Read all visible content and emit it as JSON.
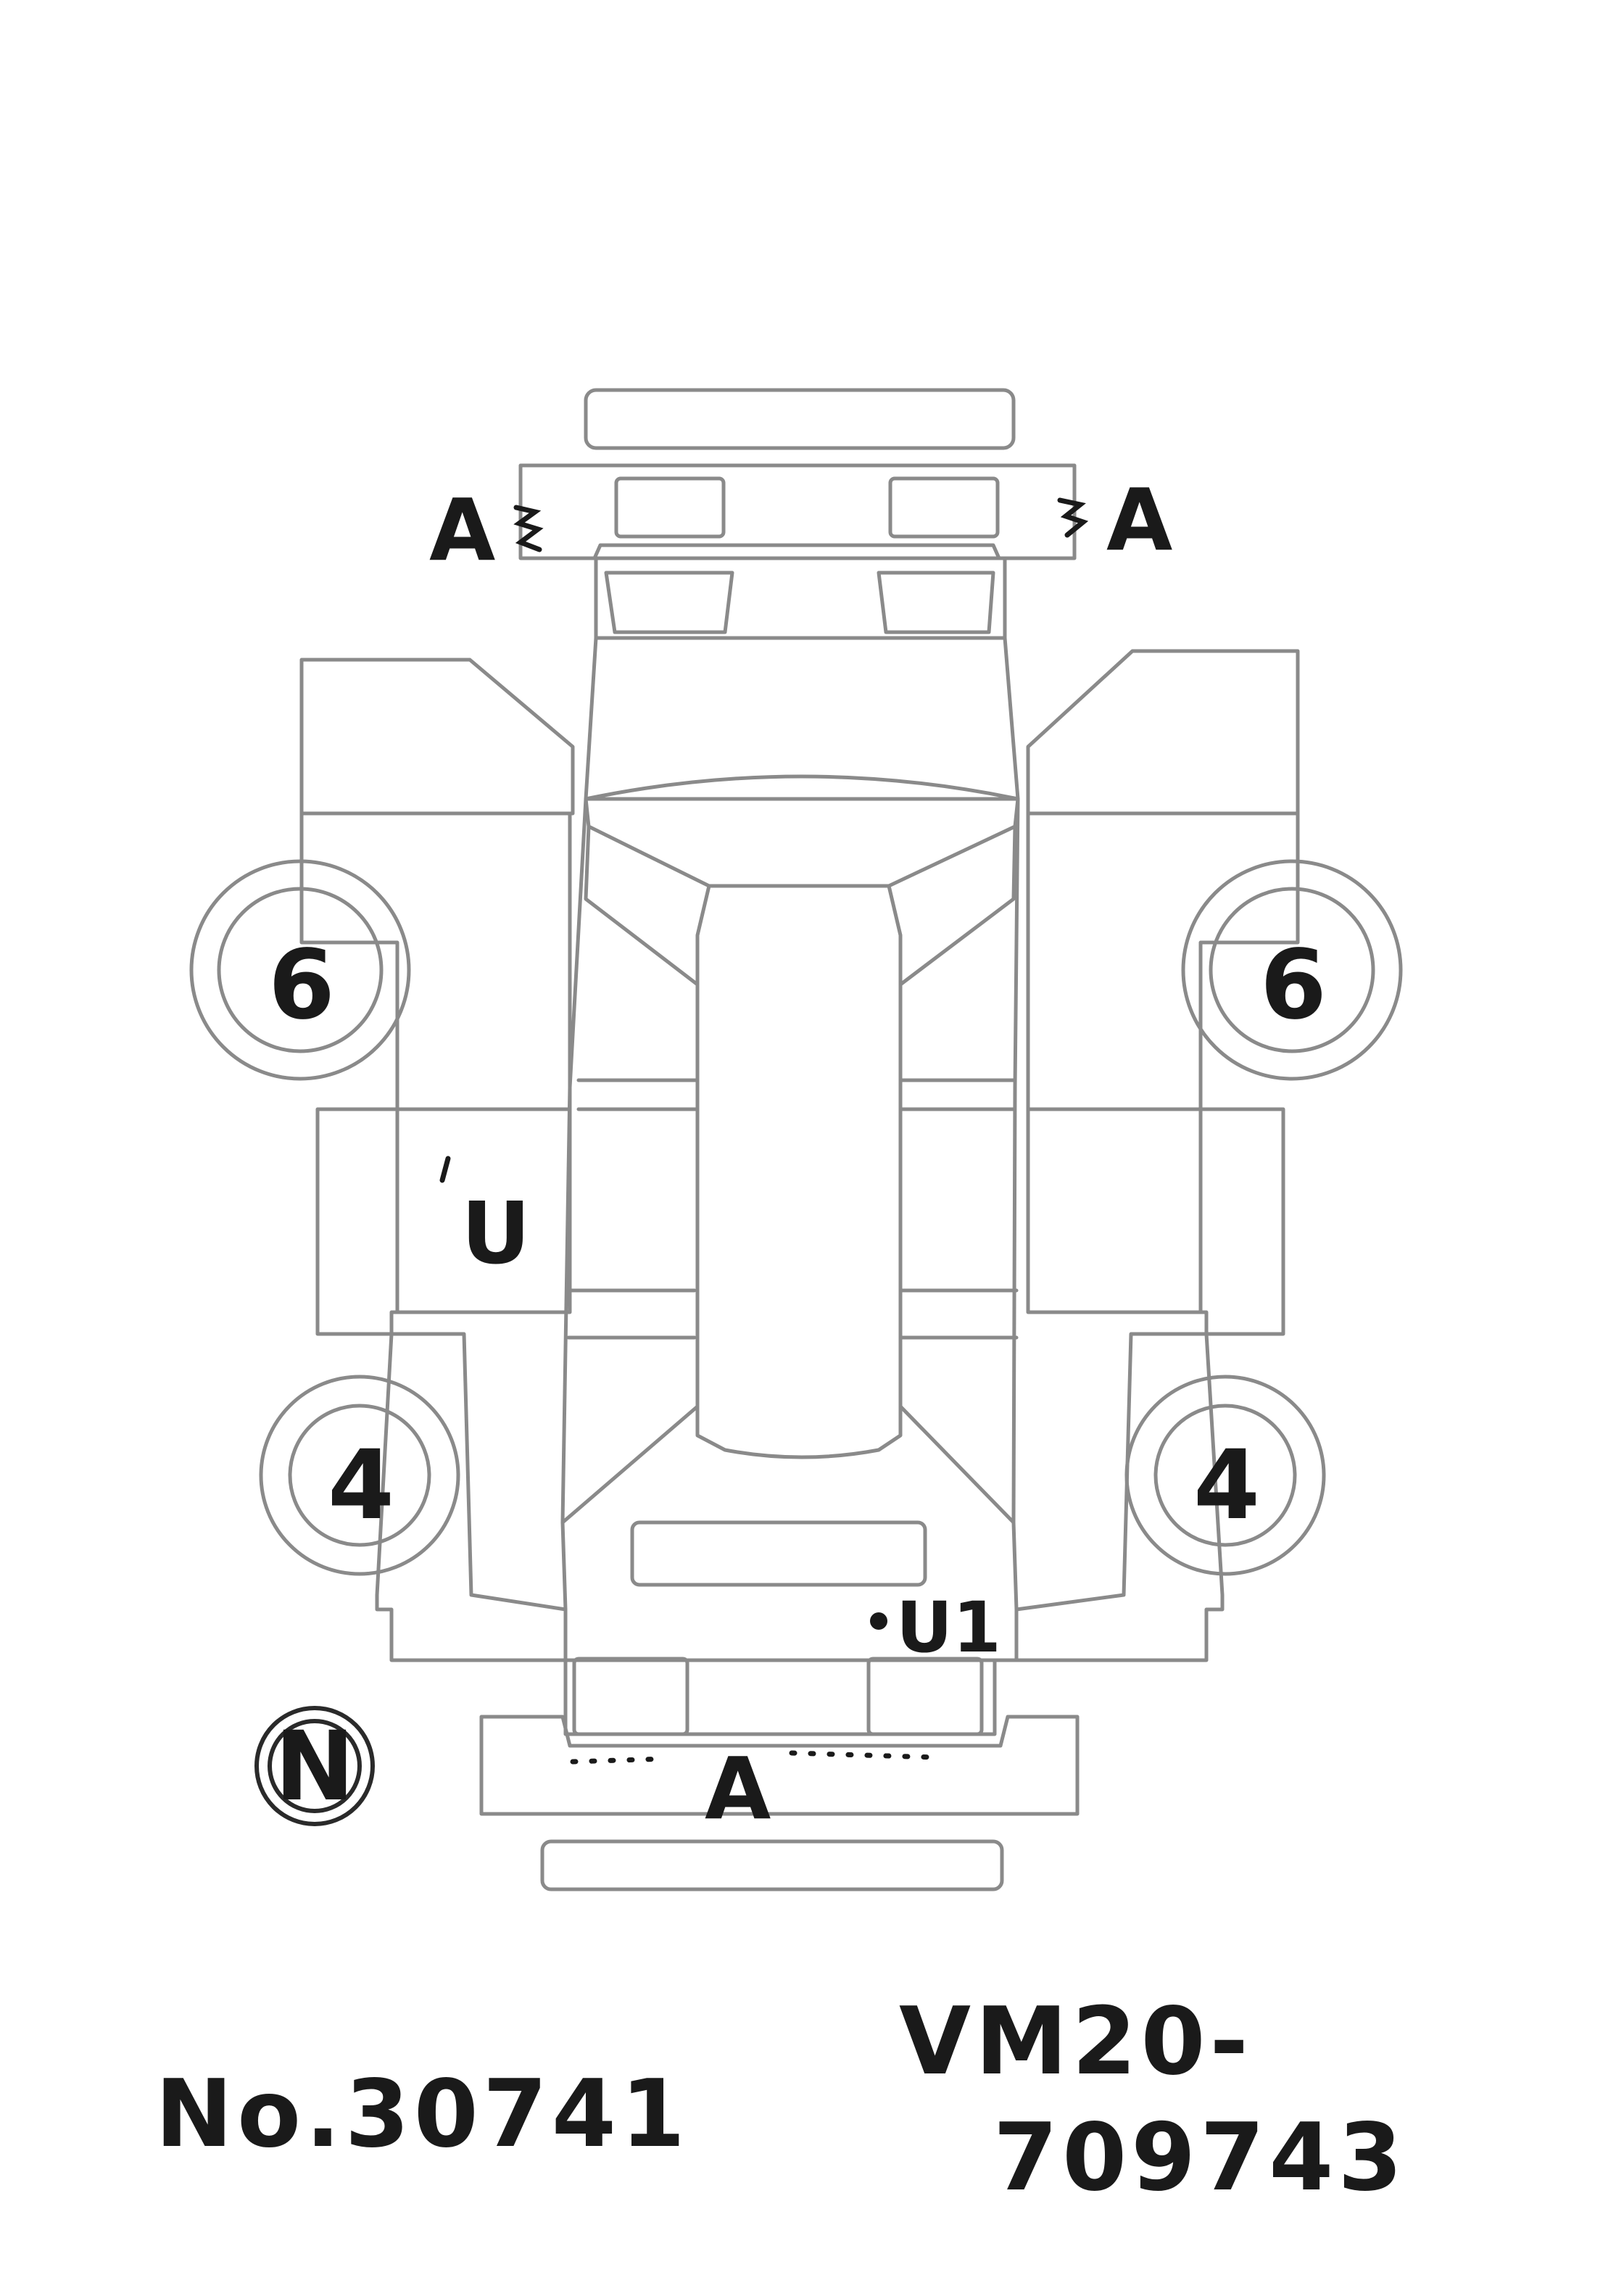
{
  "marks": {
    "front_bumper_left": "A",
    "front_bumper_right": "A",
    "left_rear_door": "U",
    "rear_quarter_right": "U1",
    "rear_bumper": "A"
  },
  "grades": {
    "front_left": "6",
    "front_right": "6",
    "rear_left": "4",
    "rear_right": "4",
    "overall": "N"
  },
  "footer": {
    "stock_number": "No.30741",
    "chassis_line1": "VM20-",
    "chassis_line2": "709743"
  }
}
